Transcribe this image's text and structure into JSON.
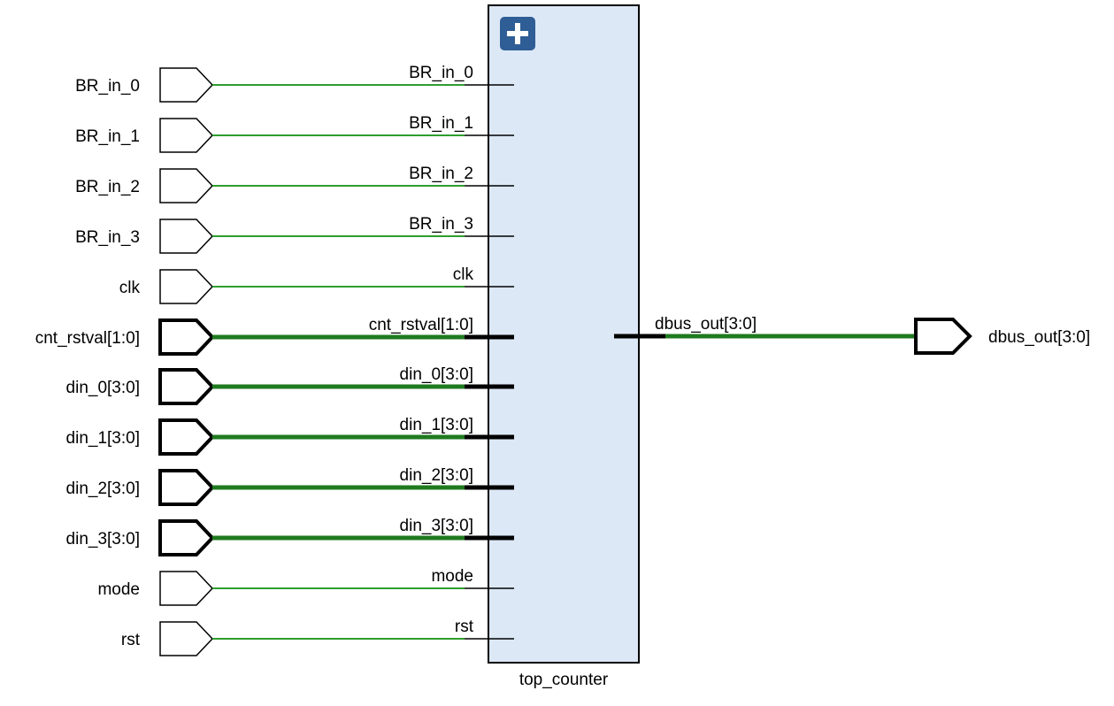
{
  "colors": {
    "background": "#ffffff",
    "block_fill": "#dce8f6",
    "block_border": "#000000",
    "wire": "#2e9e2e",
    "bus": "#1f7a1f",
    "expand_button": "#2f5d95"
  },
  "block": {
    "name": "top_counter",
    "expand_icon": "plus-icon"
  },
  "inputs": [
    {
      "port": "BR_in_0",
      "pin": "BR_in_0",
      "bus": false
    },
    {
      "port": "BR_in_1",
      "pin": "BR_in_1",
      "bus": false
    },
    {
      "port": "BR_in_2",
      "pin": "BR_in_2",
      "bus": false
    },
    {
      "port": "BR_in_3",
      "pin": "BR_in_3",
      "bus": false
    },
    {
      "port": "clk",
      "pin": "clk",
      "bus": false
    },
    {
      "port": "cnt_rstval[1:0]",
      "pin": "cnt_rstval[1:0]",
      "bus": true
    },
    {
      "port": "din_0[3:0]",
      "pin": "din_0[3:0]",
      "bus": true
    },
    {
      "port": "din_1[3:0]",
      "pin": "din_1[3:0]",
      "bus": true
    },
    {
      "port": "din_2[3:0]",
      "pin": "din_2[3:0]",
      "bus": true
    },
    {
      "port": "din_3[3:0]",
      "pin": "din_3[3:0]",
      "bus": true
    },
    {
      "port": "mode",
      "pin": "mode",
      "bus": false
    },
    {
      "port": "rst",
      "pin": "rst",
      "bus": false
    }
  ],
  "outputs": [
    {
      "port": "dbus_out[3:0]",
      "pin": "dbus_out[3:0]",
      "bus": true
    }
  ]
}
